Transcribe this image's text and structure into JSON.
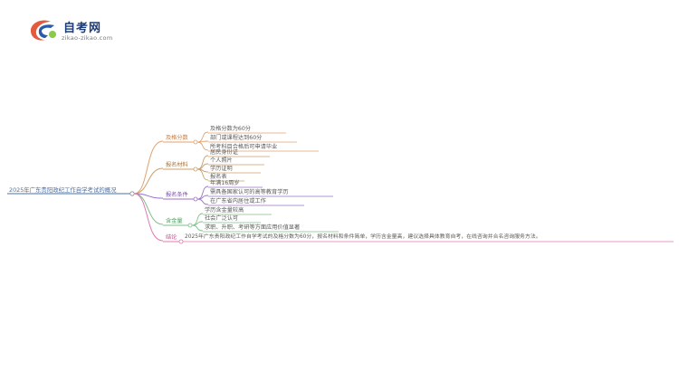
{
  "logo": {
    "brand": "自考网",
    "url": "zikao-zikao.com"
  },
  "mindmap": {
    "root": "2025年广东贵阳政纪工作自学考试的概况",
    "branches": [
      {
        "label": "及格分数",
        "color": "#e0a370",
        "children": [
          "及格分数为60分",
          "部门或课程达到60分",
          "所考科目合格后可申请毕业"
        ]
      },
      {
        "label": "报名材料",
        "color": "#c9a06a",
        "children": [
          "居民身份证",
          "个人照片",
          "学历证明",
          "报名表"
        ]
      },
      {
        "label": "报名条件",
        "color": "#9b72c8",
        "children": [
          "年满16周岁",
          "需具备国家认可的高等教育学历",
          "在广东省内居住或工作"
        ]
      },
      {
        "label": "含金量",
        "color": "#7fbf8a",
        "children": [
          "学历含金量较高",
          "社会广泛认可",
          "求职、升职、考研等方面应用价值显著"
        ]
      },
      {
        "label": "结论",
        "color": "#e07ab0",
        "children": [
          "2025年广东贵阳政纪工作自学考试的及格分数为60分，报名材料和条件简单，学历含金量高，建议选择具体教育自考，在线咨询并合名咨询服务方法。"
        ]
      }
    ]
  }
}
